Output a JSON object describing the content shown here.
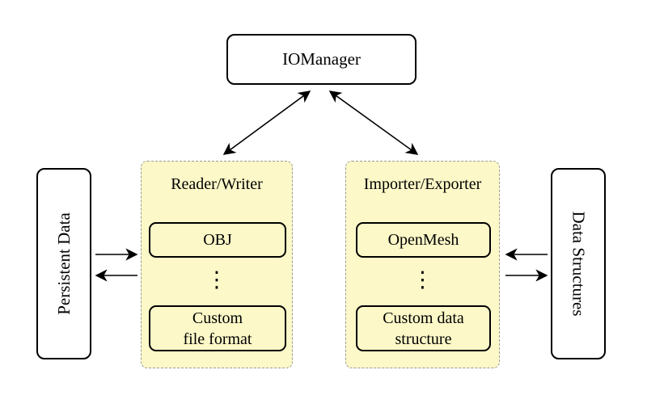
{
  "colors": {
    "group_fill": "#fcf8c8",
    "group_border": "#9a9a9a"
  },
  "nodes": {
    "io_manager": {
      "label": "IOManager"
    },
    "persistent_data": {
      "label": "Persistent Data"
    },
    "data_structures": {
      "label": "Data Structures"
    }
  },
  "groups": {
    "reader_writer": {
      "title": "Reader/Writer",
      "ellipsis": "⋮",
      "items": [
        {
          "lines": [
            "OBJ",
            ""
          ]
        },
        {
          "lines": [
            "Custom",
            "file format"
          ]
        }
      ]
    },
    "importer_exporter": {
      "title": "Importer/Exporter",
      "ellipsis": "⋮",
      "items": [
        {
          "lines": [
            "OpenMesh",
            ""
          ]
        },
        {
          "lines": [
            "Custom data",
            "structure"
          ]
        }
      ]
    }
  }
}
